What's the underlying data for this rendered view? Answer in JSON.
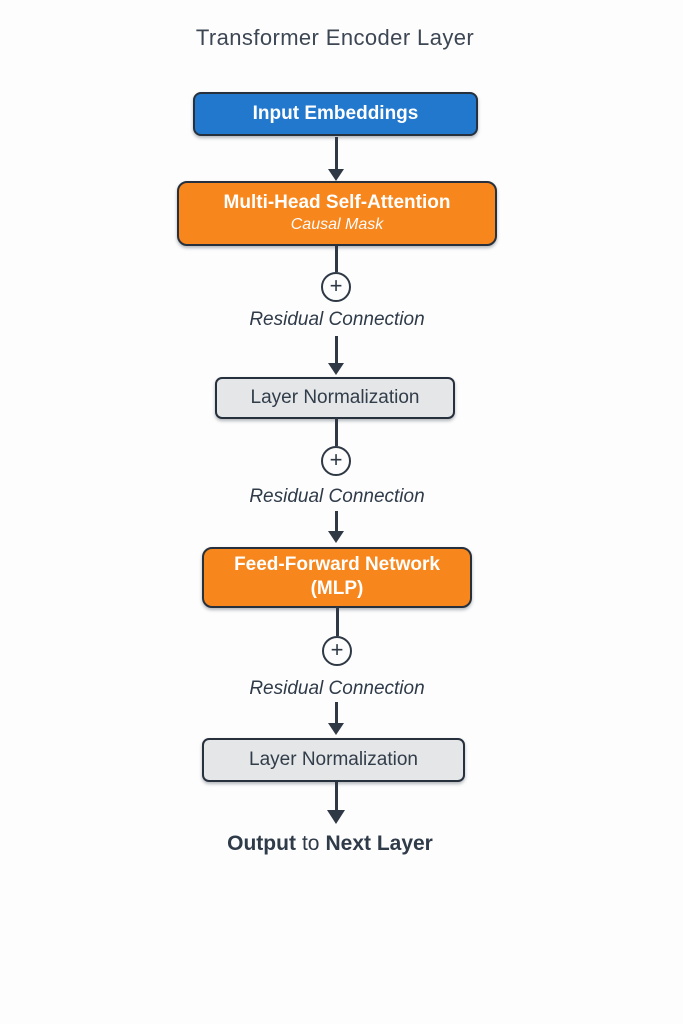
{
  "title": "Transformer Encoder Layer",
  "colors": {
    "background": "#fdfdfd",
    "ink": "#2e3945",
    "title_text": "#3d4754",
    "blue_node": "#2178cc",
    "orange_node": "#f7861c",
    "gray_node": "#e4e6e8",
    "node_text_light": "#ffffff",
    "node_text_dark": "#323d4a"
  },
  "nodes": {
    "input": {
      "label": "Input Embeddings"
    },
    "attention": {
      "label": "Multi-Head Self-Attention",
      "sublabel": "Causal Mask"
    },
    "norm1": {
      "label": "Layer Normalization"
    },
    "ffn": {
      "label": "Feed-Forward Network",
      "sublabel": "(MLP)"
    },
    "norm2": {
      "label": "Layer Normalization"
    }
  },
  "residual": {
    "plus": "+",
    "label": "Residual Connection"
  },
  "output": {
    "prefix": "Output",
    "connector": "to",
    "suffix": "Next Layer"
  }
}
